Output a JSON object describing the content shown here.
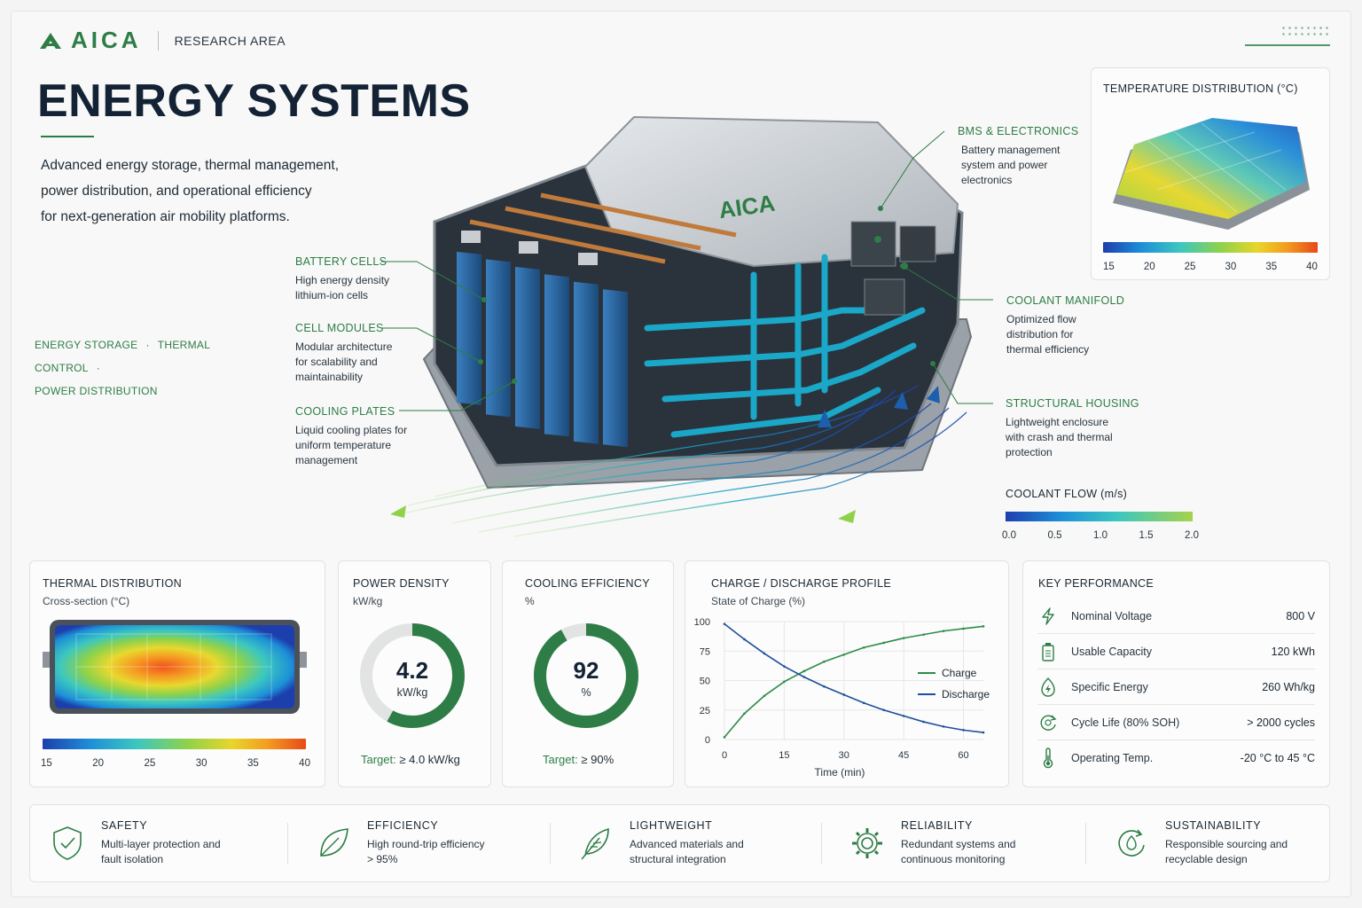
{
  "header": {
    "brand": "AICA",
    "section": "RESEARCH AREA",
    "title": "ENERGY SYSTEMS",
    "intro_lines": [
      "Advanced energy storage, thermal management,",
      "power distribution, and operational efficiency",
      "for next-generation air mobility platforms."
    ],
    "tags": [
      "ENERGY STORAGE",
      "THERMAL CONTROL",
      "POWER DISTRIBUTION"
    ]
  },
  "hero": {
    "housing_logo": "AICA",
    "callouts": {
      "battery_cells": {
        "title": "BATTERY CELLS",
        "desc": [
          "High energy density",
          "lithium-ion cells"
        ]
      },
      "cell_modules": {
        "title": "CELL MODULES",
        "desc": [
          "Modular architecture",
          "for scalability and",
          "maintainability"
        ]
      },
      "cooling_plates": {
        "title": "COOLING PLATES",
        "desc": [
          "Liquid cooling plates for",
          "uniform temperature",
          "management"
        ]
      },
      "bms": {
        "title": "BMS & ELECTRONICS",
        "desc": [
          "Battery management",
          "system and power",
          "electronics"
        ]
      },
      "coolant_manifold": {
        "title": "COOLANT MANIFOLD",
        "desc": [
          "Optimized flow",
          "distribution for",
          "thermal efficiency"
        ]
      },
      "structural_housing": {
        "title": "STRUCTURAL HOUSING",
        "desc": [
          "Lightweight enclosure",
          "with crash and thermal",
          "protection"
        ]
      }
    }
  },
  "temp_distribution": {
    "title": "TEMPERATURE DISTRIBUTION (°C)",
    "ticks": [
      "15",
      "20",
      "25",
      "30",
      "35",
      "40"
    ]
  },
  "coolant_flow": {
    "title": "COOLANT FLOW (m/s)",
    "ticks": [
      "0.0",
      "0.5",
      "1.0",
      "1.5",
      "2.0"
    ]
  },
  "thermal_distribution": {
    "title": "THERMAL DISTRIBUTION",
    "subtitle": "Cross-section (°C)",
    "ticks": [
      "15",
      "20",
      "25",
      "30",
      "35",
      "40"
    ]
  },
  "power_density": {
    "title": "POWER DENSITY",
    "subtitle": "kW/kg",
    "value": "4.2",
    "unit": "kW/kg",
    "fraction": 0.58,
    "target_label": "Target:",
    "target_value": "≥ 4.0 kW/kg"
  },
  "cooling_efficiency": {
    "title": "COOLING EFFICIENCY",
    "subtitle": "%",
    "value": "92",
    "unit": "%",
    "fraction": 0.92,
    "target_label": "Target:",
    "target_value": "≥ 90%"
  },
  "charge_profile": {
    "title": "CHARGE / DISCHARGE PROFILE",
    "subtitle": "State of Charge (%)"
  },
  "chart_data": {
    "type": "line",
    "title": "CHARGE / DISCHARGE PROFILE",
    "subtitle": "State of Charge (%)",
    "xlabel": "Time (min)",
    "ylabel": "",
    "xlim": [
      0,
      65
    ],
    "ylim": [
      0,
      100
    ],
    "xticks": [
      "0",
      "15",
      "30",
      "45",
      "60"
    ],
    "yticks": [
      "0",
      "25",
      "50",
      "75",
      "100"
    ],
    "grid": true,
    "legend_position": "right",
    "series": [
      {
        "name": "Charge",
        "color": "#2e8b4a",
        "x": [
          0,
          5,
          10,
          15,
          20,
          25,
          30,
          35,
          40,
          45,
          50,
          55,
          60,
          65
        ],
        "y": [
          2,
          22,
          37,
          49,
          58,
          66,
          72,
          78,
          82,
          86,
          89,
          92,
          94,
          96
        ]
      },
      {
        "name": "Discharge",
        "color": "#1e4f9c",
        "x": [
          0,
          5,
          10,
          15,
          20,
          25,
          30,
          35,
          40,
          45,
          50,
          55,
          60,
          65
        ],
        "y": [
          98,
          85,
          73,
          62,
          53,
          45,
          38,
          31,
          25,
          20,
          15,
          11,
          8,
          6
        ]
      }
    ]
  },
  "key_performance": {
    "title": "KEY PERFORMANCE",
    "rows": [
      {
        "icon": "bolt-icon",
        "label": "Nominal Voltage",
        "value": "800 V"
      },
      {
        "icon": "battery-icon",
        "label": "Usable Capacity",
        "value": "120 kWh"
      },
      {
        "icon": "energy-icon",
        "label": "Specific Energy",
        "value": "260 Wh/kg"
      },
      {
        "icon": "cycle-icon",
        "label": "Cycle Life (80% SOH)",
        "value": "> 2000 cycles"
      },
      {
        "icon": "thermometer-icon",
        "label": "Operating Temp.",
        "value": "-20 °C to 45 °C"
      }
    ]
  },
  "features": [
    {
      "icon": "shield-icon",
      "title": "SAFETY",
      "desc": [
        "Multi-layer protection and",
        "fault isolation"
      ]
    },
    {
      "icon": "leaf-icon",
      "title": "EFFICIENCY",
      "desc": [
        "High round-trip efficiency",
        "> 95%"
      ]
    },
    {
      "icon": "feather-icon",
      "title": "LIGHTWEIGHT",
      "desc": [
        "Advanced materials and",
        "structural integration"
      ]
    },
    {
      "icon": "gear-icon",
      "title": "RELIABILITY",
      "desc": [
        "Redundant systems and",
        "continuous monitoring"
      ]
    },
    {
      "icon": "recycle-icon",
      "title": "SUSTAINABILITY",
      "desc": [
        "Responsible sourcing and",
        "recyclable design"
      ]
    }
  ],
  "colors": {
    "accent": "#2e7d46",
    "navy": "#142235",
    "coolant": "#1aa7c8"
  }
}
